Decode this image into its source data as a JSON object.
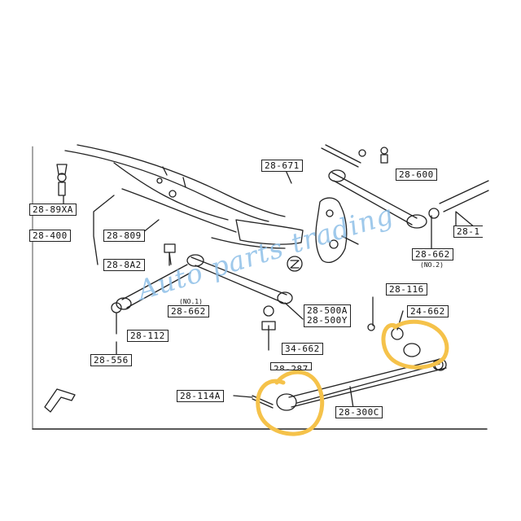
{
  "part_labels": [
    {
      "id": "28-671",
      "text": "28-671"
    },
    {
      "id": "28-600",
      "text": "28-600"
    },
    {
      "id": "28-89XA",
      "text": "28-89XA"
    },
    {
      "id": "28-400",
      "text": "28-400"
    },
    {
      "id": "28-809",
      "text": "28-809"
    },
    {
      "id": "28-8A2",
      "text": "28-8A2"
    },
    {
      "id": "28-1",
      "text": "28-1"
    },
    {
      "id": "28-662a",
      "text": "28-662"
    },
    {
      "id": "28-116",
      "text": "28-116"
    },
    {
      "id": "28-662b",
      "text": "28-662"
    },
    {
      "id": "28-112",
      "text": "28-112"
    },
    {
      "id": "28-556",
      "text": "28-556"
    },
    {
      "id": "28-500",
      "text": "28-500A",
      "line2": "28-500Y"
    },
    {
      "id": "34-662a",
      "text": "24-662"
    },
    {
      "id": "34-662b",
      "text": "34-662"
    },
    {
      "id": "28-114A",
      "text": "28-114A"
    },
    {
      "id": "28-300C",
      "text": "28-300C"
    },
    {
      "id": "28-partial",
      "text": "28-287"
    }
  ],
  "small_notes": {
    "no2": "(NO.2)",
    "no1": "(NO.1)"
  },
  "watermark": "Auto parts trading",
  "colors": {
    "line": "#222222",
    "highlight": "#f5c24a",
    "watermark": "#8fc0e8"
  }
}
